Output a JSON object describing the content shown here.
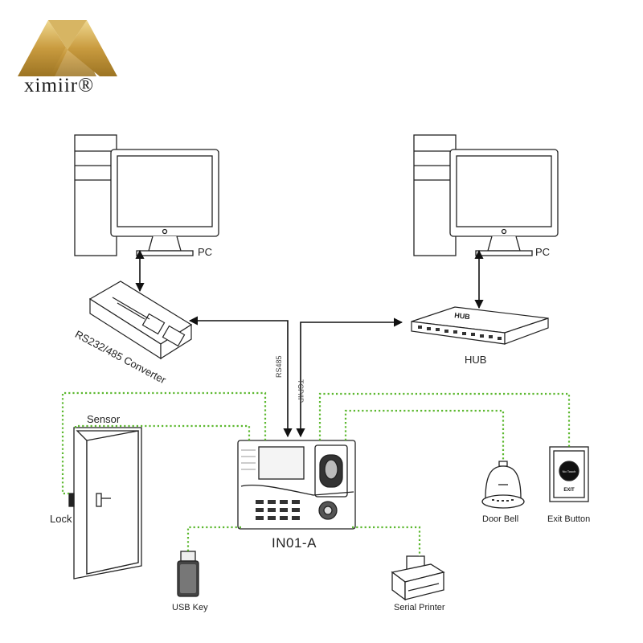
{
  "brand": {
    "name": "ximiir®",
    "colors": {
      "gold_light": "#e7cf86",
      "gold_dark": "#a77f27"
    }
  },
  "labels": {
    "pc_left": "PC",
    "pc_right": "PC",
    "converter": "RS232/485 Converter",
    "hub": "HUB",
    "hub_device_text": "HUB",
    "rs485": "RS485",
    "tcpip": "TCP/IP",
    "sensor": "Sensor",
    "lock": "Lock",
    "device": "IN01-A",
    "door_bell": "Door Bell",
    "exit_button": "Exit Button",
    "exit_text": "EXIT",
    "no_touch": "No Touch",
    "usb_key": "USB Key",
    "serial_printer": "Serial Printer"
  },
  "colors": {
    "line": "#111111",
    "dotted": "#5cb82f"
  }
}
